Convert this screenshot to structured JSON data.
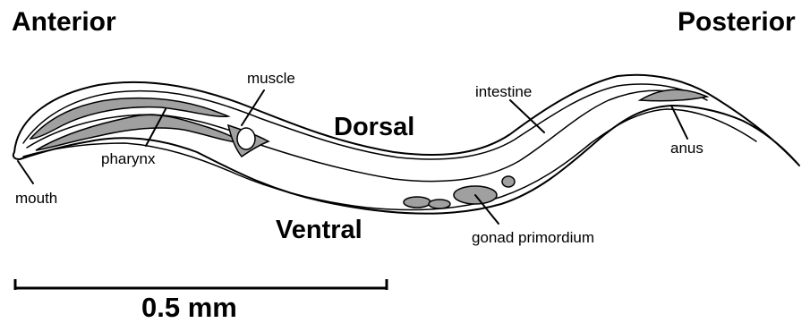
{
  "orientation": {
    "anterior": "Anterior",
    "posterior": "Posterior",
    "dorsal": "Dorsal",
    "ventral": "Ventral"
  },
  "labels": {
    "muscle": "muscle",
    "intestine": "intestine",
    "pharynx": "pharynx",
    "anus": "anus",
    "mouth": "mouth",
    "gonad_primordium": "gonad primordium"
  },
  "scale_bar": {
    "label": "0.5 mm"
  },
  "colors": {
    "outline": "#000000",
    "organ_fill": "#a0a0a0",
    "background": "#ffffff"
  }
}
